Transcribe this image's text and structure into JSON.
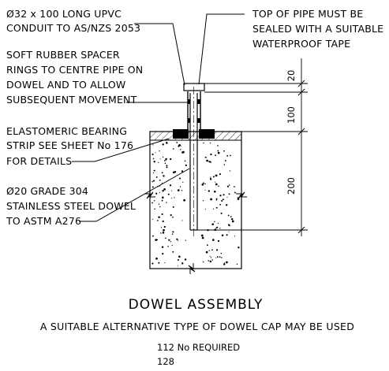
{
  "labels": {
    "conduit": [
      "Ø32 x 100 LONG UPVC",
      "CONDUIT TO AS/NZS 2053"
    ],
    "spacer": [
      "SOFT RUBBER SPACER",
      "RINGS TO CENTRE PIPE ON",
      "DOWEL AND TO ALLOW",
      "SUBSEQUENT MOVEMENT"
    ],
    "bearing": [
      "ELASTOMERIC BEARING",
      "STRIP SEE SHEET No 176",
      "FOR DETAILS"
    ],
    "dowel": [
      "Ø20 GRADE 304",
      "STAINLESS STEEL DOWEL",
      "TO ASTM A276"
    ],
    "top_seal": [
      "TOP OF PIPE MUST BE",
      "SEALED WITH A SUITABLE",
      "WATERPROOF TAPE"
    ]
  },
  "dimensions": {
    "top": "20",
    "middle": "100",
    "bottom": "200"
  },
  "title": "DOWEL ASSEMBLY",
  "subtitle": "A SUITABLE ALTERNATIVE TYPE OF DOWEL CAP MAY BE USED",
  "notes": {
    "required": "112 No REQUIRED",
    "count": "128"
  }
}
